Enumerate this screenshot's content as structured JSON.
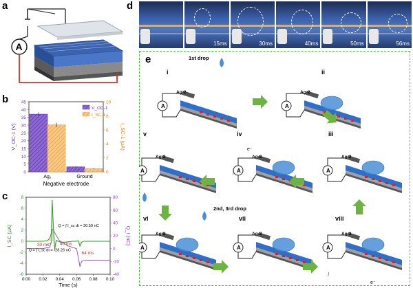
{
  "panels": {
    "a": "a",
    "b": "b",
    "c": "c",
    "d": "d",
    "e": "e"
  },
  "panel_a": {
    "meter_symbol": "A"
  },
  "panel_d": {
    "frames": [
      "",
      "15ms",
      "30ms",
      "40ms",
      "50ms",
      "56ms"
    ]
  },
  "panel_b_chart": {
    "type": "bar",
    "categories": [
      "Ag$_2$",
      "Ground"
    ],
    "xlabel": "Negative electrode",
    "ylabel_left": "V_OC-1 (V)",
    "ylabel_right": "I_SC-1 (μA)",
    "left_ticks": [
      "0",
      "5",
      "10",
      "15",
      "20",
      "25",
      "30",
      "35",
      "40",
      "45"
    ],
    "right_ticks": [
      "0",
      "2",
      "4",
      "6",
      "8",
      "10"
    ],
    "legend": [
      "V_OC-1",
      "I_SC-1"
    ],
    "colors": {
      "voc": "#6b3fb8",
      "isc": "#f0a640"
    }
  },
  "chart_data": [
    {
      "type": "bar",
      "categories": [
        "Ag2",
        "Ground"
      ],
      "series": [
        {
          "name": "V_OC-1",
          "axis": "left",
          "values": [
            37,
            3.2
          ],
          "errors": [
            1.2,
            0.3
          ]
        },
        {
          "name": "I_SC-1",
          "axis": "right",
          "values": [
            6.7,
            0.45
          ],
          "errors": [
            0.3,
            0.05
          ]
        }
      ],
      "xlabel": "Negative electrode",
      "ylabel": "V_OC-1 (V)",
      "y2label": "I_SC-1 (μA)",
      "ylim": [
        0,
        45
      ],
      "y2lim": [
        0,
        10
      ]
    },
    {
      "type": "line",
      "xlabel": "Time (s)",
      "ylabel": "I_SC (μA)",
      "y2label": "Q_t (nC)",
      "xlim": [
        0,
        0.1
      ],
      "ylim": [
        -6,
        8
      ],
      "y2lim": [
        -40,
        80
      ],
      "x_ticks": [
        "0.00",
        "0.02",
        "0.04",
        "0.06",
        "0.08",
        "0.10"
      ],
      "y_ticks": [
        "-6",
        "-4",
        "-2",
        "0",
        "2",
        "4",
        "6",
        "8"
      ],
      "y2_ticks": [
        "-40",
        "-20",
        "0",
        "20",
        "40",
        "60",
        "80"
      ],
      "series": [
        {
          "name": "I_SC",
          "axis": "left",
          "x": [
            0.0,
            0.01,
            0.02,
            0.025,
            0.028,
            0.03,
            0.031,
            0.032,
            0.033,
            0.034,
            0.035,
            0.036,
            0.038,
            0.04,
            0.042,
            0.046,
            0.05,
            0.055,
            0.06,
            0.062,
            0.064,
            0.066,
            0.068,
            0.07,
            0.08,
            0.09,
            0.1
          ],
          "y": [
            0,
            0,
            0,
            0.1,
            0.5,
            1.5,
            7.5,
            4.0,
            1.0,
            -1.6,
            -0.5,
            0.2,
            0,
            -0.1,
            -0.3,
            -0.2,
            -0.1,
            0,
            0,
            0.1,
            -0.9,
            -0.2,
            0,
            0,
            0,
            0,
            0
          ]
        },
        {
          "name": "Q_t",
          "axis": "right",
          "x": [
            0.0,
            0.02,
            0.028,
            0.03,
            0.031,
            0.032,
            0.034,
            0.036,
            0.04,
            0.05,
            0.06,
            0.063,
            0.064,
            0.066,
            0.07,
            0.1
          ],
          "y": [
            0,
            0,
            2,
            10,
            30,
            30.6,
            25,
            20,
            12,
            4,
            0,
            -20,
            -28.26,
            -20,
            -18,
            -18
          ]
        }
      ],
      "annotations": [
        "30 ms",
        "40 ms",
        "64 ms",
        "Q = ∫ I_sc dt = 30.59 nC",
        "Q = ∫ I_sc dt = -28.26 nC"
      ]
    }
  ],
  "panel_c": {
    "annot_30": "30 ms",
    "annot_40": "40 ms",
    "annot_64": "64 ms",
    "q_pos": "Q = ∫ I_sc dt = 30.59 nC",
    "q_neg": "Q = ∫ I_sc dt = -28.26 nC",
    "xlabel": "Time (s)",
    "ylabel": "I_SC (μA)",
    "y2label": "Q_t (nC)"
  },
  "panel_e": {
    "steps": [
      "i",
      "ii",
      "iii",
      "iv",
      "v",
      "vi",
      "vii",
      "viii"
    ],
    "first_drop": "1st drop",
    "second_third_drop": "2nd, 3rd drop",
    "electrode": "Ag-2",
    "ammeter": "A",
    "electron": "e⁻",
    "current_symbol": "I"
  },
  "colors": {
    "green_arrow": "#6cb33f",
    "dashed_border": "#4bbf3f",
    "red_charge": "#d22",
    "droplet": "#4a8fd6",
    "substrate_blue": "#2f6fc9"
  }
}
